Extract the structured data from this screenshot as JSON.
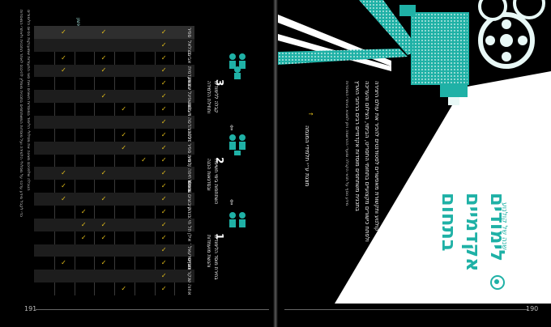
{
  "left_page": {
    "page_number": "191",
    "header": "סינמה ראשון",
    "note_lines": [
      "כדי לקבל מידע עדכני על מסלולי הלמידה ועל מוסדות המשתתפים בתכנית מומלץ להיכנס לאתר התכנית ולאתרי המוסדות",
      "הטבלה שלפניכם מציגה את מסלולי הלימוד במוסדות השונים ואת סוגי התעודות שמוענקות בסיום הלימודים"
    ],
    "steps": [
      {
        "number": "1",
        "lines": [
          "בחירת מוסד הלימודים",
          "והגשת מועמדות"
        ]
      },
      {
        "number": "2",
        "lines": [
          "השתתפות בימי חשיפה",
          "ובסדנאות הכנה"
        ]
      },
      {
        "number": "3",
        "lines": [
          "קבלה ללימודים",
          "ותחילת הלמידה"
        ]
      }
    ],
    "table_rows": [
      {
        "label": "מכללת ספיר",
        "marks": [
          1,
          4,
          6
        ]
      },
      {
        "label": "בצלאל",
        "marks": [
          1
        ]
      },
      {
        "label": "אוניברסיטת תל אביב",
        "marks": [
          1,
          4,
          6
        ]
      },
      {
        "label": "המכללה האקדמית",
        "marks": [
          1,
          4,
          6
        ]
      },
      {
        "label": "מנשר לאמנות",
        "marks": [
          1
        ]
      },
      {
        "label": "בית ספר סם שפיגל",
        "marks": [
          1,
          4
        ]
      },
      {
        "label": "מעלה",
        "marks": [
          1,
          3
        ]
      },
      {
        "label": "מכללת הדסה",
        "marks": [
          1
        ]
      },
      {
        "label": "בית ספר מינשר",
        "marks": [
          1,
          3
        ]
      },
      {
        "label": "המכללה האקדמית ספיר",
        "marks": [
          1,
          3
        ]
      },
      {
        "label": "בית ספר לקולנוע",
        "marks": [
          1,
          2
        ]
      },
      {
        "label": "אוניברסיטת חיפה",
        "marks": [
          1,
          4,
          6
        ]
      },
      {
        "label": "אורנים",
        "marks": [
          1,
          6
        ]
      },
      {
        "label": "סמינר הקיבוצים",
        "marks": [
          1,
          4,
          6
        ]
      },
      {
        "label": "כנרת",
        "marks": [
          1,
          5
        ]
      },
      {
        "label": "תל חי",
        "marks": [
          1,
          4,
          5
        ]
      },
      {
        "label": "אוניברסיטת בר אילן",
        "marks": [
          1,
          4,
          5
        ]
      },
      {
        "label": "עמק יזרעאל",
        "marks": [
          1
        ]
      },
      {
        "label": "וינגייט",
        "marks": [
          1,
          4,
          6
        ]
      },
      {
        "label": "שנקר",
        "marks": [
          1
        ]
      },
      {
        "label": "אחוה",
        "marks": [
          1,
          3
        ]
      }
    ],
    "check_glyph": "✓"
  },
  "right_page": {
    "page_number": "190",
    "title_lines": [
      "לימודים",
      "אקדמיים",
      "בתחום"
    ],
    "subtitle": "שנה של קולנוע",
    "body_lines": [
      "לימודי קולנוע ותקשורת מאפשרים לסטודנטים להכיר את עולם היצירה",
      "ולפתח כישורים מקצועיים בתחומי התסריט, הבימוי, הצילום והעריכה",
      "בתכנית משתתפים מוסדות אקדמיים רבים ברחבי הארץ"
    ],
    "small_note": "מידע נוסף על תנאי הקבלה ומועדי ההרשמה ניתן למצוא באתרי המוסדות",
    "arrow_label": "מצגת ע״י תלמידי המגמה"
  },
  "colors": {
    "page_bg": "#000000",
    "accent_teal": "#1fb1a6",
    "check_yellow": "#e8c21b",
    "row_alt": "#1d1d1d",
    "beam": "#ffffff"
  },
  "icons": [
    "projector-icon",
    "film-reel-icon",
    "magnifier-icon",
    "people-group-icon",
    "arrow-icon"
  ]
}
